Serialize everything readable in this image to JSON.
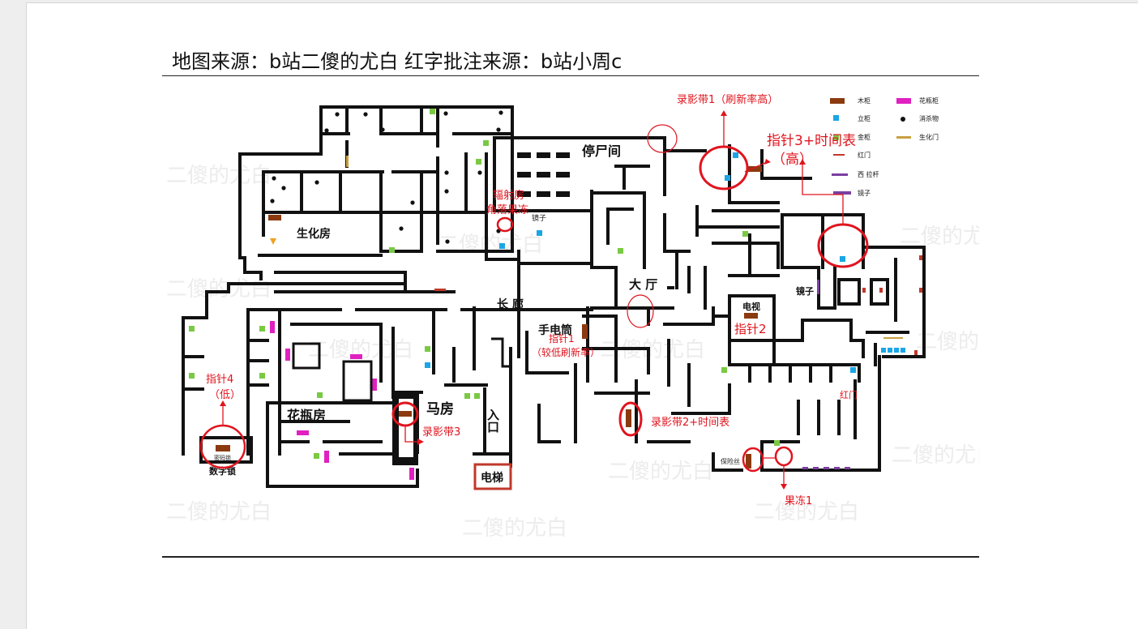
{
  "header": {
    "caption": "地图来源：b站二傻的尤白  红字批注来源：b站小周c"
  },
  "watermark": "二傻的尤白",
  "legend": {
    "items": [
      {
        "label": "木柜",
        "color": "#8B3A10"
      },
      {
        "label": "花瓶柜",
        "color": "#e020c0"
      },
      {
        "label": "立柜",
        "color": "#1aa6e6"
      },
      {
        "label": "消杀物",
        "color": "#000000"
      },
      {
        "label": "金柜",
        "color": "#7ac943"
      },
      {
        "label": "生化门",
        "color": "#c8a040"
      },
      {
        "label": "红门",
        "color": "#c0392b"
      },
      {
        "label": "西 拉杆",
        "color": "#7a3fa0"
      },
      {
        "label": "镜子",
        "color": "#7a3fa0"
      }
    ]
  },
  "rooms": {
    "morgue": "停尸间",
    "biochem": "生化房",
    "hall": "大  厅",
    "corridor": "长  廊",
    "flashlight": "手电筒",
    "vase_room": "花瓶房",
    "stable": "马房",
    "entrance": "入口",
    "elevator": "电梯",
    "tv": "电视",
    "mirror1": "镜子",
    "mirror2": "镜子",
    "combo_lock": "数字锁",
    "fuse": "保险丝",
    "lock_small": "密码锁",
    "red_door": "红门"
  },
  "annotations": {
    "tape1": "录影带1（刷新率高）",
    "pointer3": "指针3+时间表",
    "pointer3_sub": "（高）",
    "radiation": "辐射房",
    "corner_jelly": "角落果冻",
    "pointer1": "指针1",
    "pointer1_sub": "（较低刷新率）",
    "pointer2": "指针2",
    "pointer4": "指针4",
    "pointer4_sub": "（低）",
    "tape3": "录影带3",
    "tape2": "录影带2+时间表",
    "jelly1": "果冻1"
  },
  "colors": {
    "annotation": "#e0141e",
    "wall": "#111111",
    "wood": "#8B3A10",
    "vase": "#e020c0",
    "standing": "#1aa6e6",
    "gold": "#7ac943"
  }
}
